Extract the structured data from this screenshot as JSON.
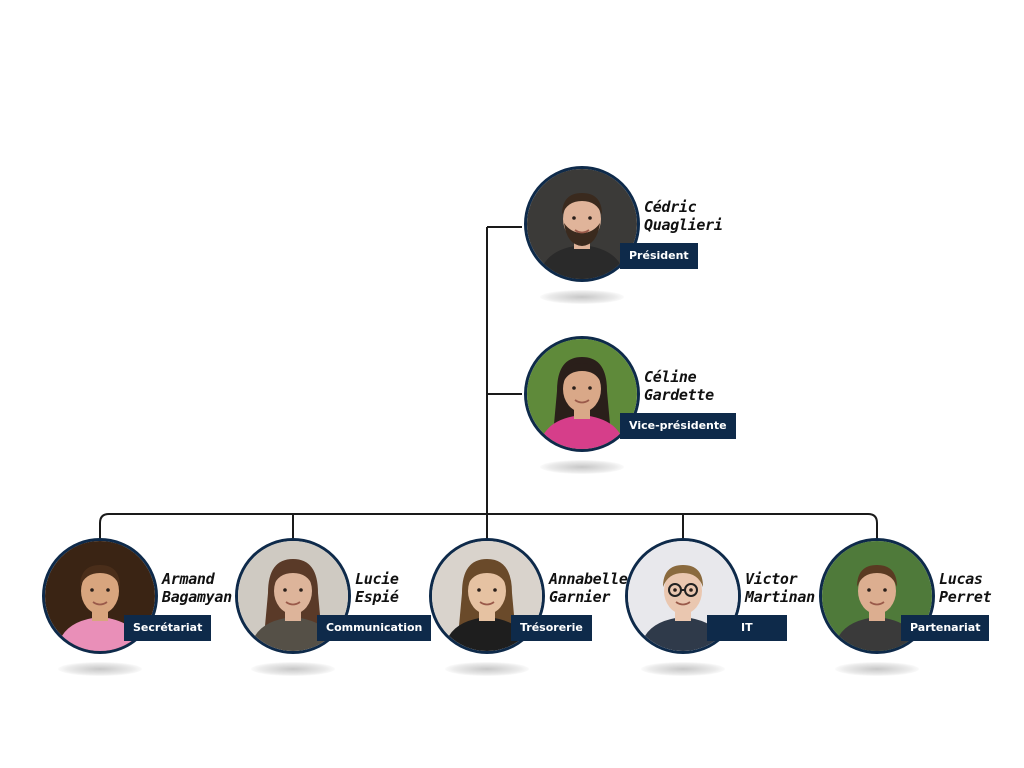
{
  "colors": {
    "line": "#1a1a1a",
    "ring": "#0e2a4a",
    "badge": "#0e2a4a",
    "badge_text": "#ffffff"
  },
  "members": [
    {
      "id": "cedric",
      "first": "Cédric",
      "last": "Quaglieri",
      "role": "Président",
      "photo": {
        "bg": "#3b3a38",
        "skin": "#e0b49a",
        "hair": "#3a2a1e",
        "shirt": "#2a2a2a",
        "beard": true
      }
    },
    {
      "id": "celine",
      "first": "Céline",
      "last": "Gardette",
      "role": "Vice-présidente",
      "photo": {
        "bg": "#5f8a3a",
        "skin": "#d9a888",
        "hair": "#2a1f1a",
        "shirt": "#d63e8a",
        "long": true
      }
    },
    {
      "id": "armand",
      "first": "Armand",
      "last": "Bagamyan",
      "role": "Secrétariat",
      "photo": {
        "bg": "#3a2414",
        "skin": "#d8a57e",
        "hair": "#4a2e1a",
        "shirt": "#e98fb8"
      }
    },
    {
      "id": "lucie",
      "first": "Lucie",
      "last": "Espié",
      "role": "Communication",
      "photo": {
        "bg": "#cfcac2",
        "skin": "#ddb49a",
        "hair": "#5a3a28",
        "shirt": "#555047",
        "long": true
      }
    },
    {
      "id": "annabelle",
      "first": "Annabelle",
      "last": "Garnier",
      "role": "Trésorerie",
      "photo": {
        "bg": "#d9d3cc",
        "skin": "#e6c2a2",
        "hair": "#6a4a2a",
        "shirt": "#1e1e1e",
        "long": true
      }
    },
    {
      "id": "victor",
      "first": "Victor",
      "last": "Martinan",
      "role": "IT",
      "photo": {
        "bg": "#e8e8ec",
        "skin": "#eac7b0",
        "hair": "#8a6a3e",
        "shirt": "#2f3a4a",
        "glasses": true
      }
    },
    {
      "id": "lucas",
      "first": "Lucas",
      "last": "Perret",
      "role": "Partenariat",
      "photo": {
        "bg": "#4f7a3a",
        "skin": "#dcae90",
        "hair": "#5a3a22",
        "shirt": "#3a3a3a"
      }
    }
  ]
}
